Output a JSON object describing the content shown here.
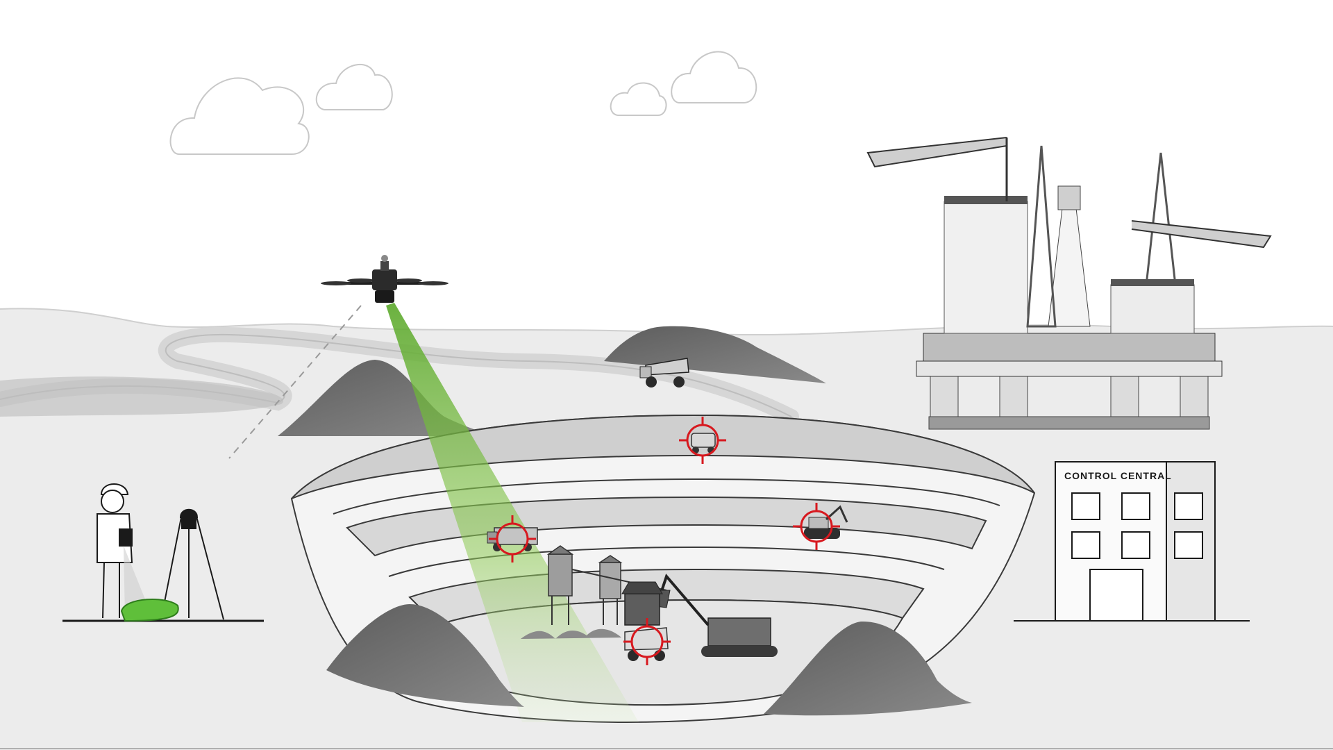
{
  "scene": {
    "control_building": {
      "sign": "CONTROL CENTRAL"
    },
    "tracked_targets": [
      {
        "name": "survey-rover"
      },
      {
        "name": "drill-truck"
      },
      {
        "name": "excavator"
      },
      {
        "name": "haul-truck"
      }
    ],
    "icons": [
      "drone-icon",
      "target-reticle-icon",
      "gnss-tripod-icon",
      "haul-truck-icon",
      "excavator-icon",
      "oil-rig-icon",
      "building-icon",
      "cloud-icon"
    ],
    "colors": {
      "sky": "#ffffff",
      "ground": "#ebebeb",
      "ground_light": "#f2f2f2",
      "spoil_heap": "#6e6e6e",
      "lidar_beam": "#7ac143",
      "reticle": "#d7191f",
      "linework": "#1a1a1a"
    }
  }
}
